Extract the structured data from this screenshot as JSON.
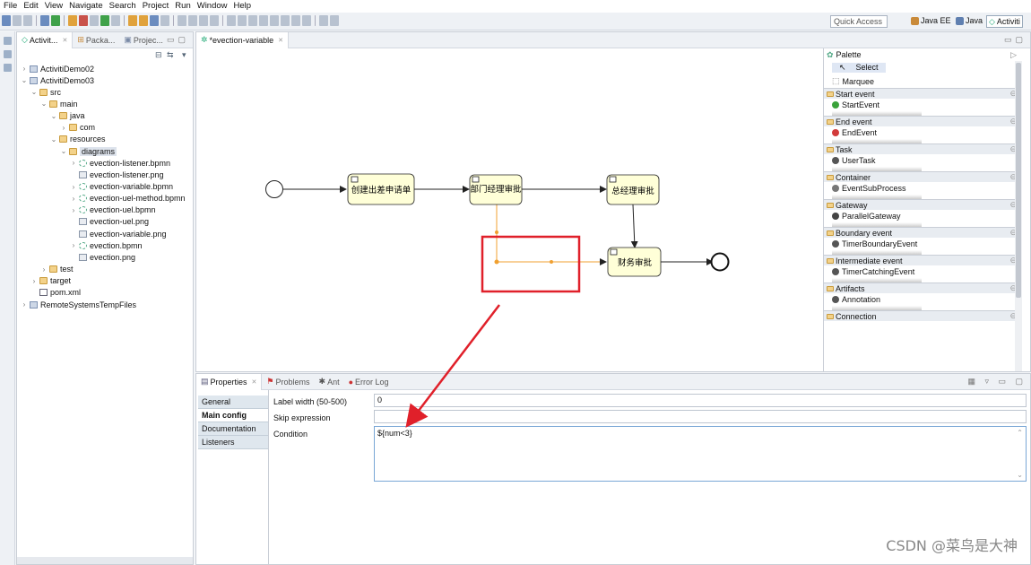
{
  "menu": [
    "File",
    "Edit",
    "View",
    "Navigate",
    "Search",
    "Project",
    "Run",
    "Window",
    "Help"
  ],
  "toolbar": {
    "quick_access_placeholder": "Quick Access",
    "perspectives": [
      "Java EE",
      "Java",
      "Activiti"
    ]
  },
  "explorer": {
    "tabs": [
      "Activit...",
      "Packa...",
      "Projec..."
    ],
    "tree": [
      {
        "label": "ActivitiDemo02",
        "icon": "project-icon",
        "toggle": ">"
      },
      {
        "label": "ActivitiDemo03",
        "icon": "project-icon",
        "toggle": "v"
      },
      {
        "label": "src",
        "icon": "folder-icon",
        "toggle": "v"
      },
      {
        "label": "main",
        "icon": "folder-icon",
        "toggle": "v"
      },
      {
        "label": "java",
        "icon": "folder-icon",
        "toggle": "v"
      },
      {
        "label": "com",
        "icon": "folder-icon",
        "toggle": ">"
      },
      {
        "label": "resources",
        "icon": "folder-icon",
        "toggle": "v"
      },
      {
        "label": "diagrams",
        "icon": "folder-icon",
        "toggle": "v",
        "selected": true
      },
      {
        "label": "evection-listener.bpmn",
        "icon": "bpmn-file-icon",
        "toggle": ">"
      },
      {
        "label": "evection-listener.png",
        "icon": "png-file-icon",
        "toggle": ""
      },
      {
        "label": "evection-variable.bpmn",
        "icon": "bpmn-file-icon",
        "toggle": ">"
      },
      {
        "label": "evection-uel-method.bpmn",
        "icon": "bpmn-file-icon",
        "toggle": ">"
      },
      {
        "label": "evection-uel.bpmn",
        "icon": "bpmn-file-icon",
        "toggle": ">"
      },
      {
        "label": "evection-uel.png",
        "icon": "png-file-icon",
        "toggle": ""
      },
      {
        "label": "evection-variable.png",
        "icon": "png-file-icon",
        "toggle": ""
      },
      {
        "label": "evection.bpmn",
        "icon": "bpmn-file-icon",
        "toggle": ">"
      },
      {
        "label": "evection.png",
        "icon": "png-file-icon",
        "toggle": ""
      },
      {
        "label": "test",
        "icon": "folder-icon",
        "toggle": ">"
      },
      {
        "label": "target",
        "icon": "folder-icon",
        "toggle": ">"
      },
      {
        "label": "pom.xml",
        "icon": "xml-file-icon",
        "toggle": ""
      },
      {
        "label": "RemoteSystemsTempFiles",
        "icon": "project-icon",
        "toggle": ">"
      }
    ]
  },
  "editor": {
    "tab": "*evection-variable",
    "diagram": {
      "tasks": [
        "创建出差申请单",
        "部门经理审批",
        "总经理审批",
        "财务审批"
      ]
    }
  },
  "palette": {
    "title": "Palette",
    "tools": [
      "Select",
      "Marquee"
    ],
    "groups": [
      {
        "name": "Start event",
        "item": "StartEvent",
        "icon": "start-event-icon",
        "color": "#3aa23a"
      },
      {
        "name": "End event",
        "item": "EndEvent",
        "icon": "end-event-icon",
        "color": "#d23b3b"
      },
      {
        "name": "Task",
        "item": "UserTask",
        "icon": "user-task-icon",
        "color": "#555555"
      },
      {
        "name": "Container",
        "item": "EventSubProcess",
        "icon": "subprocess-icon",
        "color": "#777777"
      },
      {
        "name": "Gateway",
        "item": "ParallelGateway",
        "icon": "parallel-gateway-icon",
        "color": "#444444"
      },
      {
        "name": "Boundary event",
        "item": "TimerBoundaryEvent",
        "icon": "timer-icon",
        "color": "#555555"
      },
      {
        "name": "Intermediate event",
        "item": "TimerCatchingEvent",
        "icon": "timer-icon",
        "color": "#555555"
      },
      {
        "name": "Artifacts",
        "item": "Annotation",
        "icon": "annotation-icon",
        "color": "#555555"
      },
      {
        "name": "Connection",
        "item": "",
        "icon": "",
        "color": ""
      }
    ]
  },
  "properties": {
    "tabs": [
      "Properties",
      "Problems",
      "Ant",
      "Error Log"
    ],
    "side_tabs": [
      "General",
      "Main config",
      "Documentation",
      "Listeners"
    ],
    "label_width_label": "Label width (50-500)",
    "label_width_value": "0",
    "skip_expression_label": "Skip expression",
    "skip_expression_value": "",
    "condition_label": "Condition",
    "condition_value": "${num<3}"
  },
  "watermark": "CSDN @菜鸟是大神",
  "colors": {
    "highlight_box": "#e0202a",
    "arrow": "#e0202a",
    "selected_flow": "#f0a030"
  }
}
